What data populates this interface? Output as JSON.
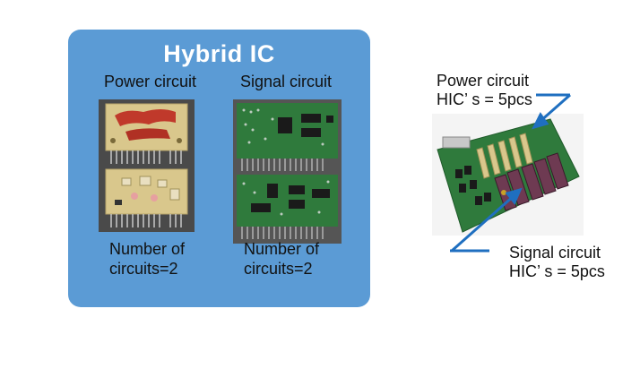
{
  "panel": {
    "title": "Hybrid IC",
    "power": {
      "heading": "Power circuit",
      "count_line1": "Number of",
      "count_line2": "circuits=2"
    },
    "signal": {
      "heading": "Signal circuit",
      "count_line1": "Number of",
      "count_line2": "circuits=2"
    }
  },
  "callouts": {
    "power": {
      "line1": "Power circuit",
      "line2": "HIC’ s = 5pcs"
    },
    "signal": {
      "line1": "Signal circuit",
      "line2": "HIC’ s = 5pcs"
    }
  },
  "colors": {
    "panel_bg": "#5b9bd5",
    "arrow": "#1f6fc0",
    "power_substrate": "#d9c78c",
    "power_resistor": "#c0392b",
    "signal_pcb": "#2f7a3c",
    "ic_chip": "#1a1a1a"
  },
  "icons": {
    "power_board_top": "power-hybrid-ic-photo",
    "power_board_bottom": "power-hybrid-ic-photo",
    "signal_board_top": "signal-hybrid-ic-photo",
    "signal_board_bottom": "signal-hybrid-ic-photo",
    "system_board": "system-board-photo"
  }
}
